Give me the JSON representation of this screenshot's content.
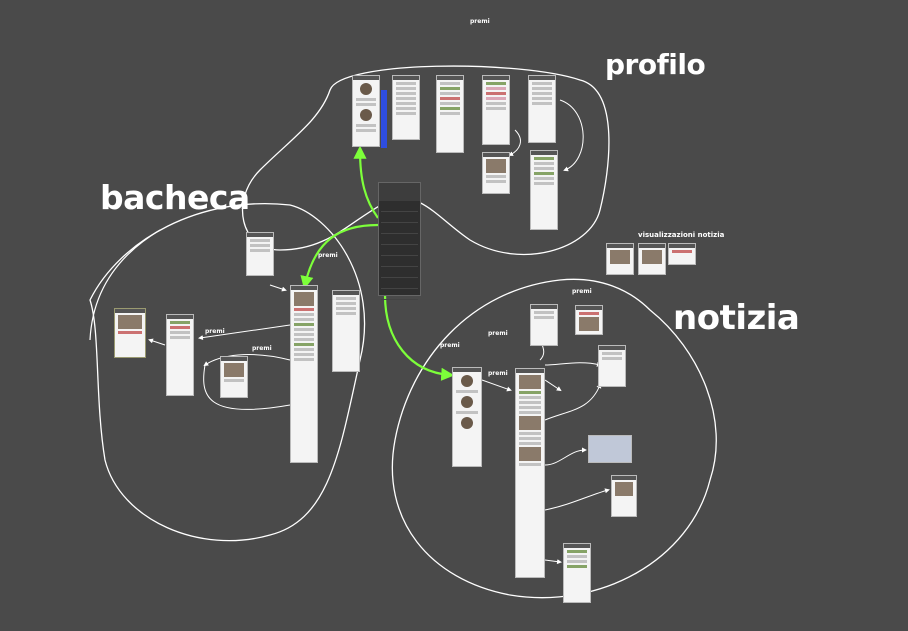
{
  "labels": {
    "profilo": "profilo",
    "bacheca": "bacheca",
    "notizia": "notizia",
    "visualizzazioni_notizia": "visualizzazioni notizia",
    "premi": "premi"
  },
  "colors": {
    "background": "#4a4a4a",
    "flow_arrow": "#7dff3a",
    "connector": "#ffffff",
    "blue_bar": "#2e4de0"
  }
}
